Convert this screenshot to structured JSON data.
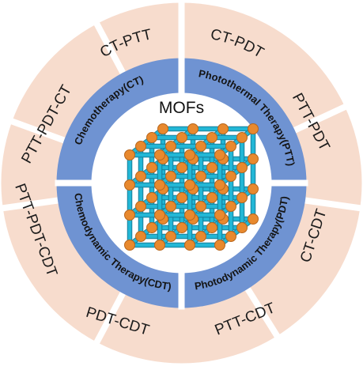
{
  "center_label": "MOFs",
  "colors": {
    "outer_ring": "#f7dccd",
    "inner_ring": "#6f93d2",
    "separator": "#ffffff",
    "strut": "#22b7d6",
    "node": "#e8892e"
  },
  "inner_segments": [
    {
      "label": "Chemotherapy(CT)"
    },
    {
      "label": "Photothermal Therapy(PTT)"
    },
    {
      "label": "Photodynamic Therapy(PDT)"
    },
    {
      "label": "Chemodynamic Therapy(CDT)"
    }
  ],
  "outer_segments": [
    {
      "label": "CT-PTT"
    },
    {
      "label": "CT-PDT"
    },
    {
      "label": "PTT-PDT"
    },
    {
      "label": "CT-CDT"
    },
    {
      "label": "PTT-CDT"
    },
    {
      "label": "PDT-CDT"
    },
    {
      "label": "PTT-PDT-CDT"
    },
    {
      "label": "PTT-PDT-CT"
    }
  ],
  "icon": "mof-lattice-cube-icon"
}
